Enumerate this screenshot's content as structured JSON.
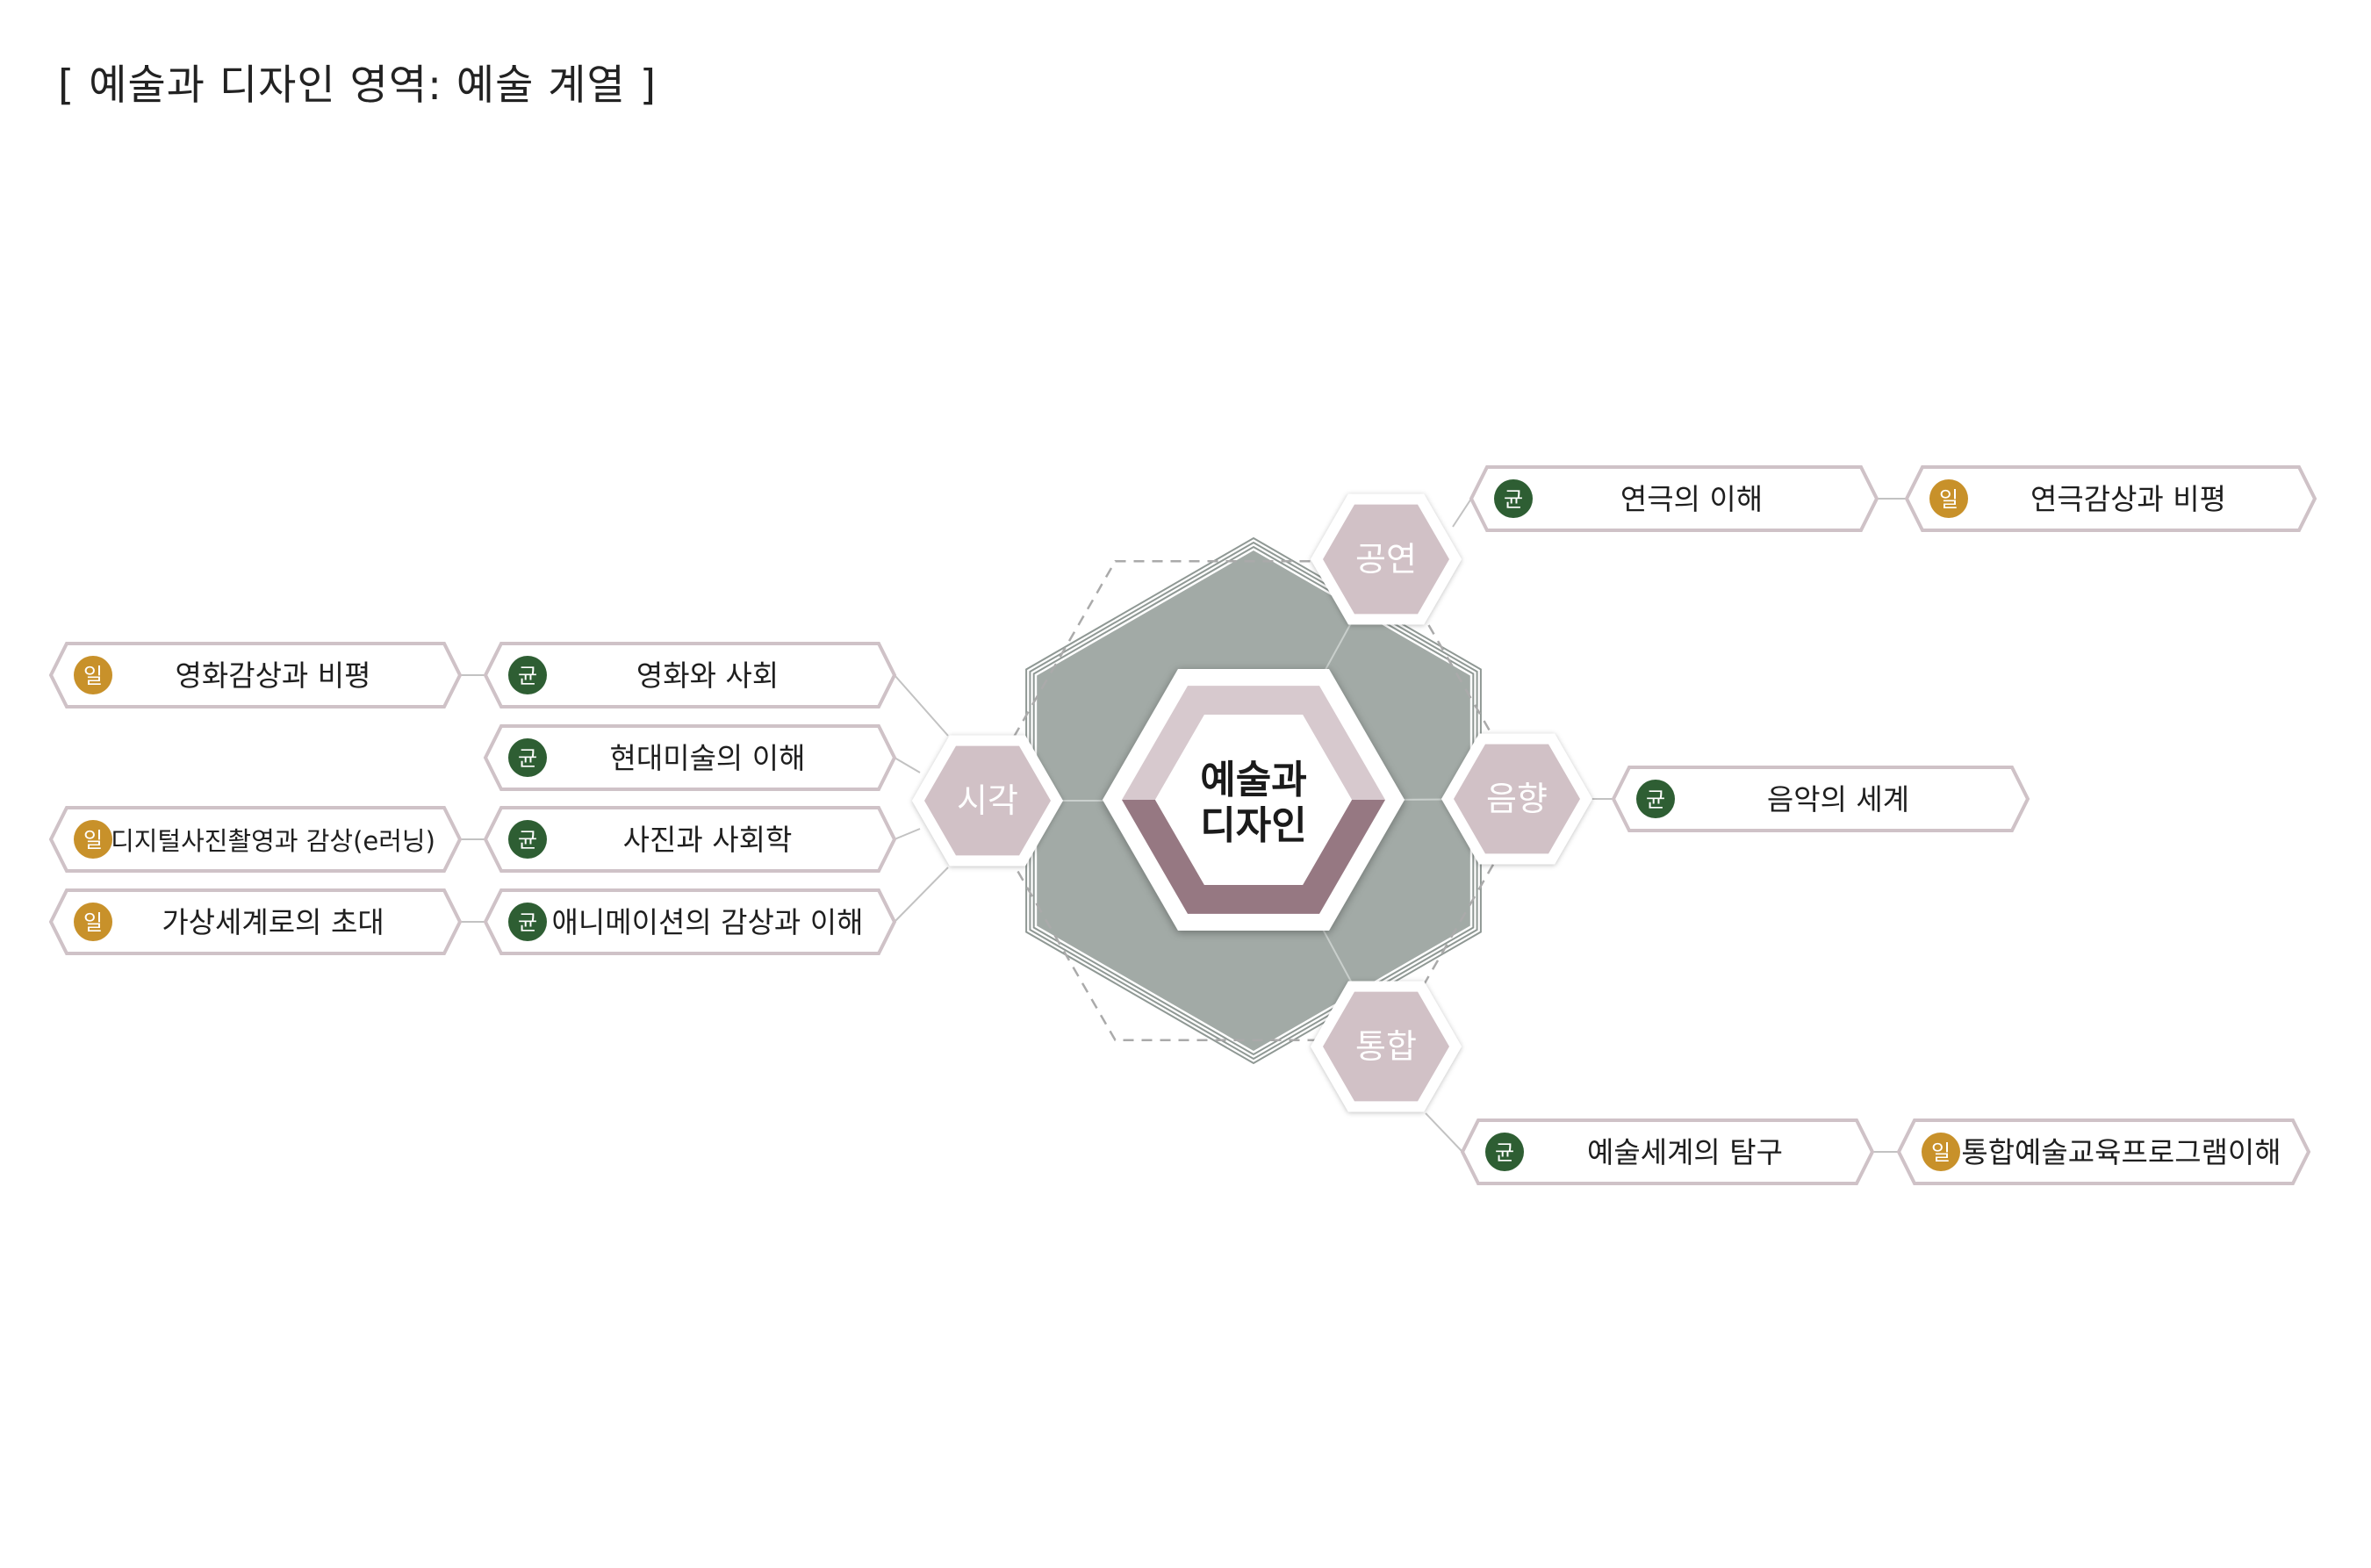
{
  "title": "[ 예술과 디자인 영역: 예술 계열 ]",
  "center": {
    "lines": [
      "예술과",
      "디자인"
    ]
  },
  "badge_types": {
    "gyun": {
      "label": "균",
      "color": "#2e5e33"
    },
    "il": {
      "label": "일",
      "color": "#c8912a"
    }
  },
  "colors": {
    "hex_outer": "#a2aaa6",
    "node_fill": "#d1c1c6",
    "pill_border": "#cfc2c7",
    "center_band_dark": "#967882",
    "center_band_light": "#d7c9ce",
    "dashed": "#aaaaaa"
  },
  "categories": [
    {
      "id": "gongyeon",
      "label": "공연"
    },
    {
      "id": "sigak",
      "label": "시각"
    },
    {
      "id": "eumhyang",
      "label": "음향"
    },
    {
      "id": "tonghap",
      "label": "통합"
    }
  ],
  "courses": [
    {
      "category": "gongyeon",
      "badge": "gyun",
      "label": "연극의 이해"
    },
    {
      "category": "gongyeon",
      "badge": "il",
      "label": "연극감상과 비평"
    },
    {
      "category": "sigak",
      "badge": "il",
      "label": "영화감상과 비평"
    },
    {
      "category": "sigak",
      "badge": "gyun",
      "label": "영화와 사회"
    },
    {
      "category": "sigak",
      "badge": "gyun",
      "label": "현대미술의 이해"
    },
    {
      "category": "sigak",
      "badge": "il",
      "label": "디지털사진촬영과 감상(e러닝)"
    },
    {
      "category": "sigak",
      "badge": "gyun",
      "label": "사진과 사회학"
    },
    {
      "category": "sigak",
      "badge": "il",
      "label": "가상세계로의 초대"
    },
    {
      "category": "sigak",
      "badge": "gyun",
      "label": "애니메이션의 감상과 이해"
    },
    {
      "category": "eumhyang",
      "badge": "gyun",
      "label": "음악의 세계"
    },
    {
      "category": "tonghap",
      "badge": "gyun",
      "label": "예술세계의 탐구"
    },
    {
      "category": "tonghap",
      "badge": "il",
      "label": "통합예술교육프로그램이해"
    }
  ]
}
